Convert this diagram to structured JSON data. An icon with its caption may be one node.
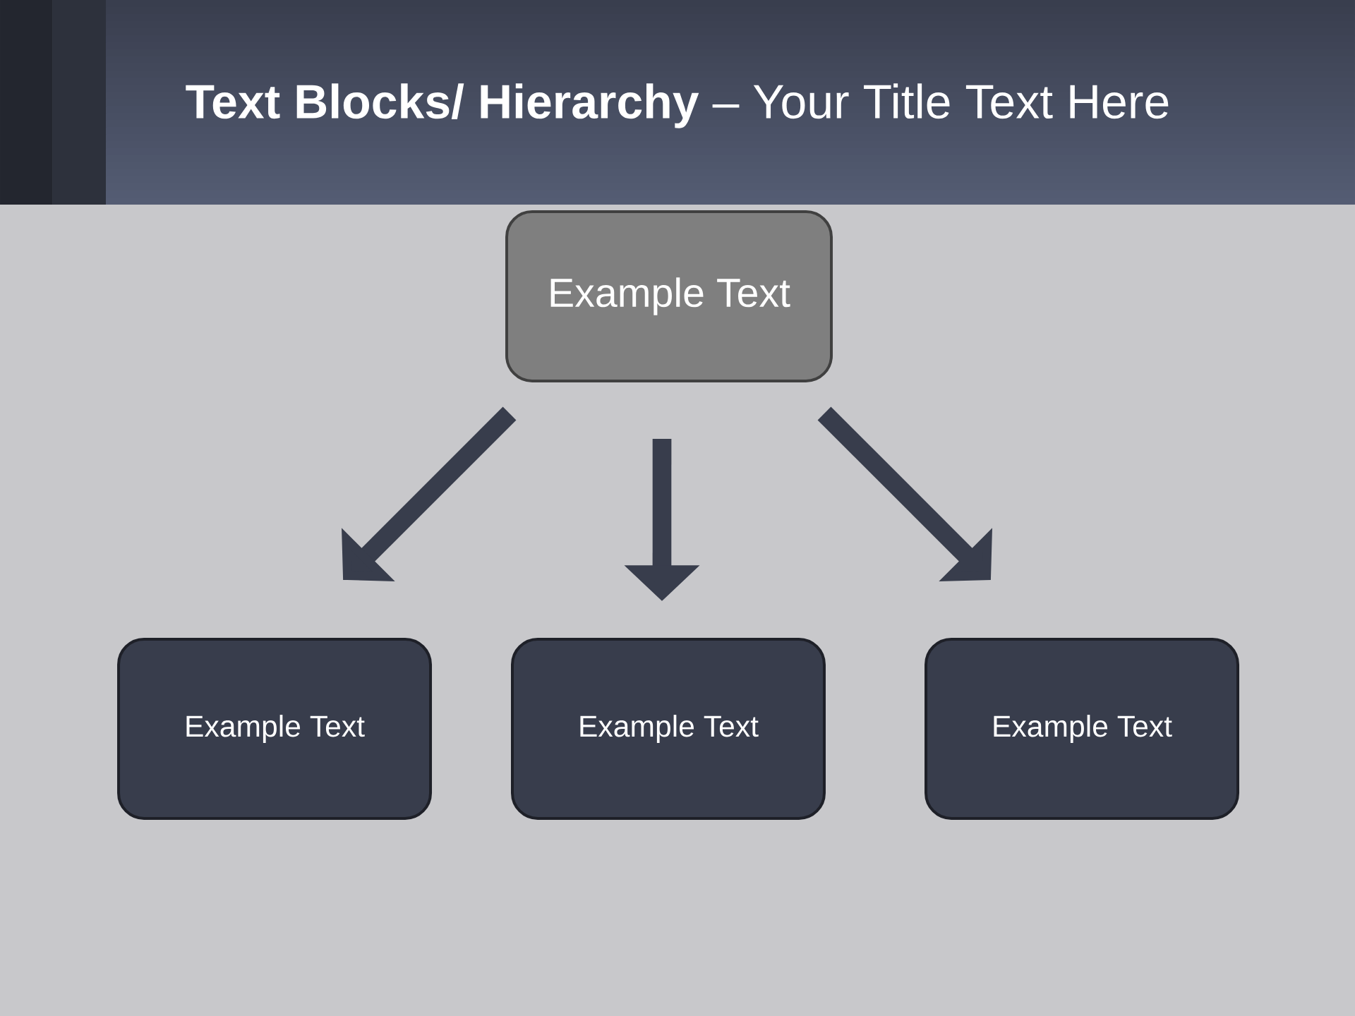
{
  "diagram": {
    "title": "**Text Blocks/ Hierarchy** – Your Title Text Here",
    "nodes": [
      {
        "text": [
          "Example Text"
        ]
      },
      {
        "text": [
          "Example Text"
        ]
      },
      {
        "text": [
          "Example Text"
        ]
      },
      {
        "text": [
          "Example Text"
        ]
      }
    ],
    "edges": [
      {
        "from": 0,
        "to": 1,
        "arrow": "to"
      },
      {
        "from": 0,
        "to": 2,
        "arrow": "to"
      },
      {
        "from": 0,
        "to": 3,
        "arrow": "to"
      }
    ]
  }
}
